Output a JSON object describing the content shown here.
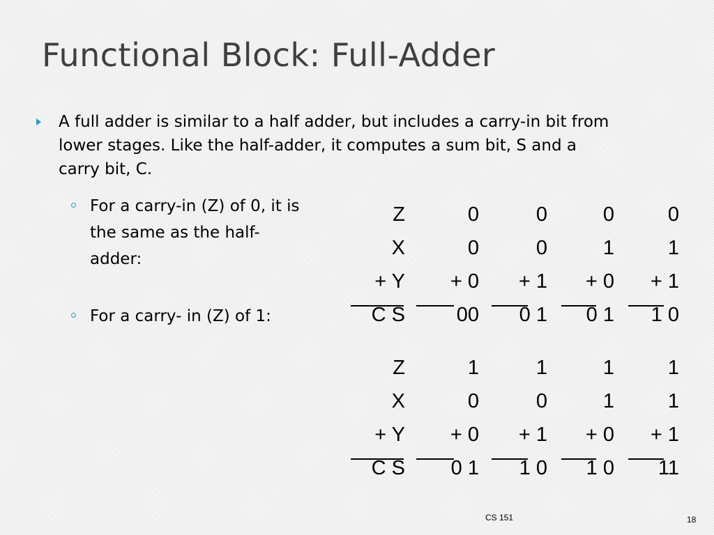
{
  "slide": {
    "title": "Functional Block: Full-Adder",
    "bullet": "A full adder is similar to a half adder, but includes a carry-in bit from lower stages.   Like the half-adder, it computes a sum bit, S and a carry bit, C.",
    "sub_bullets": [
      "For a carry-in (Z) of 0, it is the same as the half-adder:",
      "For a carry- in (Z) of 1:"
    ],
    "tables": [
      {
        "rows": [
          [
            "Z",
            "0",
            "0",
            "0",
            "0"
          ],
          [
            "X",
            "0",
            "0",
            "1",
            "1"
          ],
          [
            "+ Y",
            "+ 0",
            "+ 1",
            "+ 0",
            "+ 1"
          ],
          [
            "C S",
            "00",
            "0 1",
            "0 1",
            "1 0"
          ]
        ]
      },
      {
        "rows": [
          [
            "Z",
            "1",
            "1",
            "1",
            "1"
          ],
          [
            "X",
            "0",
            "0",
            "1",
            "1"
          ],
          [
            "+ Y",
            "+ 0",
            "+ 1",
            "+ 0",
            "+ 1"
          ],
          [
            "C S",
            "0 1",
            "1 0",
            "1 0",
            "11"
          ]
        ]
      }
    ],
    "footer": {
      "course": "CS 151",
      "page": "18"
    },
    "colors": {
      "title": "#3f3f3f",
      "bullet_marker": "#2a9ac2",
      "background": "#f7f7f7"
    },
    "icons": {
      "bullet": "triangle-bullet-icon",
      "sub_bullet": "circle-bullet-icon"
    }
  }
}
